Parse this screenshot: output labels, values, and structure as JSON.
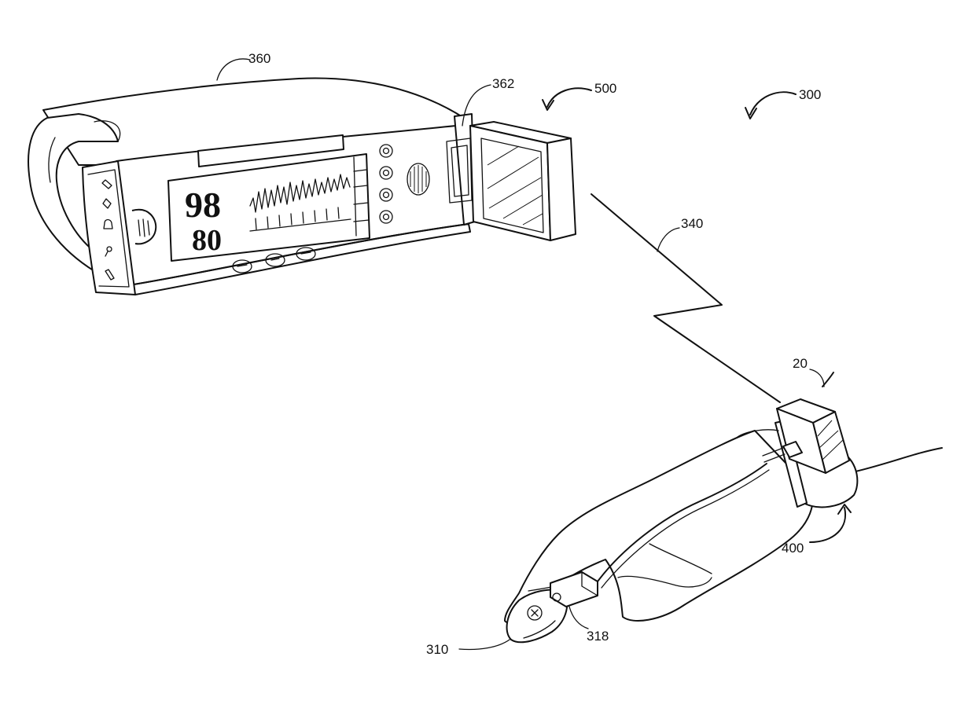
{
  "figure": {
    "reference_numerals": {
      "monitor": "360",
      "module": "362",
      "system_500": "500",
      "system_300": "300",
      "wireless_link": "340",
      "patient_arm": "20",
      "wrist_unit": "400",
      "finger_sensor": "310",
      "sensor_connector": "318"
    },
    "monitor_display": {
      "upper_value": "98",
      "lower_value": "80"
    },
    "icons": {
      "waveform": "pleth-waveform-icon",
      "speaker": "speaker-grille-icon",
      "side_buttons": [
        "side-button-icon",
        "side-button-icon",
        "side-button-icon",
        "side-button-icon"
      ],
      "front_buttons": [
        "front-button-icon",
        "front-button-icon",
        "front-button-icon"
      ],
      "status_icons": [
        "pencil-icon",
        "diamond-icon",
        "bell-icon",
        "pin-icon",
        "battery-icon"
      ]
    }
  }
}
